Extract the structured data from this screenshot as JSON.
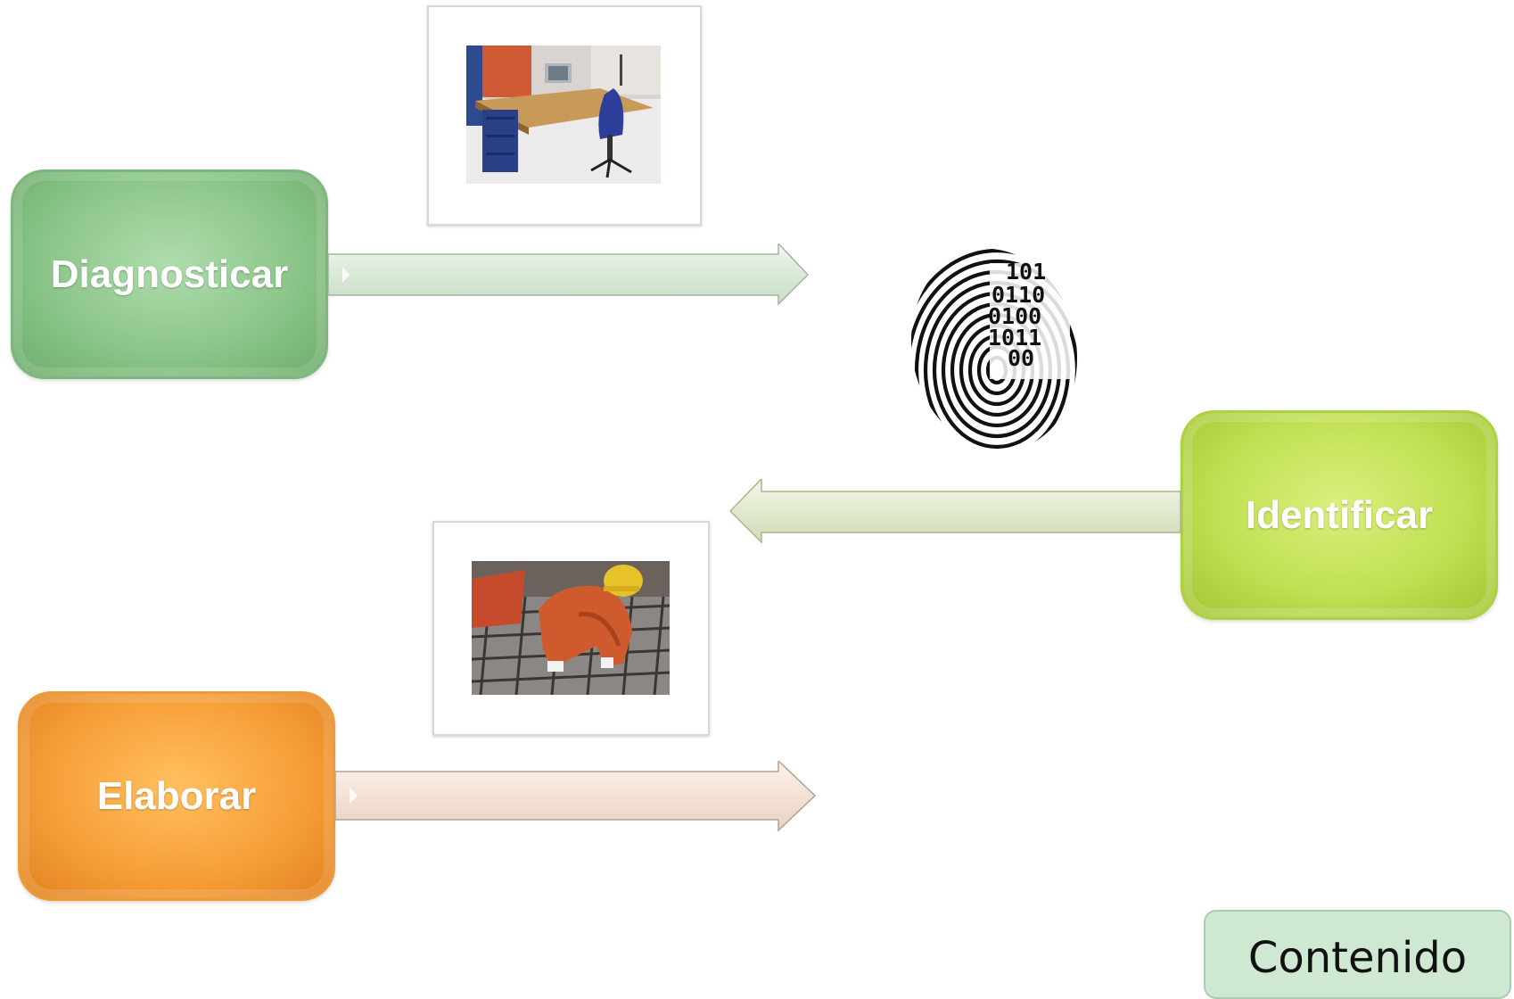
{
  "steps": [
    {
      "label": "Diagnosticar",
      "color": "#8cc68a"
    },
    {
      "label": "Identificar",
      "color": "#c1e053"
    },
    {
      "label": "Elaborar",
      "color": "#f7a03a"
    }
  ],
  "fingerprint_digits": [
    "101",
    "0110",
    "0100",
    "1011",
    "00"
  ],
  "nav": {
    "contenido_label": "Contenido"
  },
  "images": {
    "top": "office-desk-photo",
    "bottom": "construction-worker-photo",
    "middle": "fingerprint-binary-icon"
  }
}
